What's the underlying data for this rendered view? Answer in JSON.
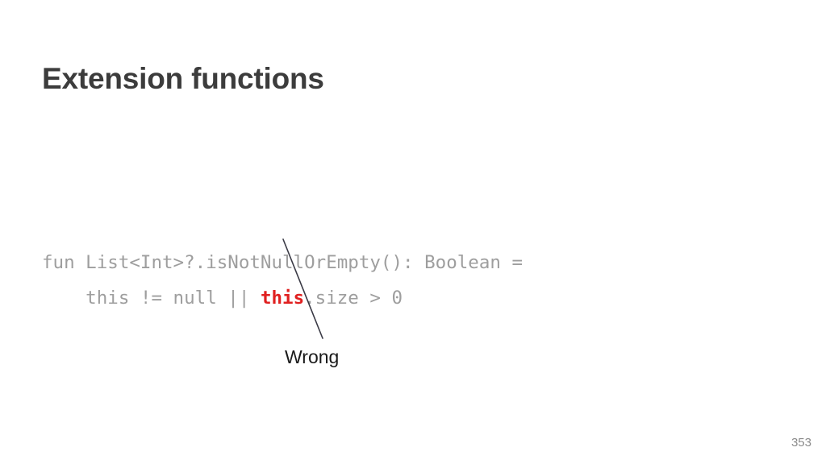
{
  "slide": {
    "title": "Extension functions",
    "background_color": "#ffffff",
    "page_number": "353"
  },
  "code": {
    "language": "kotlin",
    "base_color": "#9e9e9e",
    "highlight_color": "#e02020",
    "line1_part1": "fun List<Int>?.isNotNullOrEmpty(): Boolean =",
    "line2_part1": "    this != null || ",
    "line2_highlight": "this",
    "line2_part2": ".size > 0",
    "full_text": "fun List<Int>?.isNotNullOrEmpty(): Boolean =\n    this != null || this.size > 0"
  },
  "callout": {
    "label": "Wrong",
    "label_color": "#1a1a1a",
    "line_color": "#3a3a45",
    "line_from": "red this keyword",
    "line_to": "Wrong label"
  }
}
